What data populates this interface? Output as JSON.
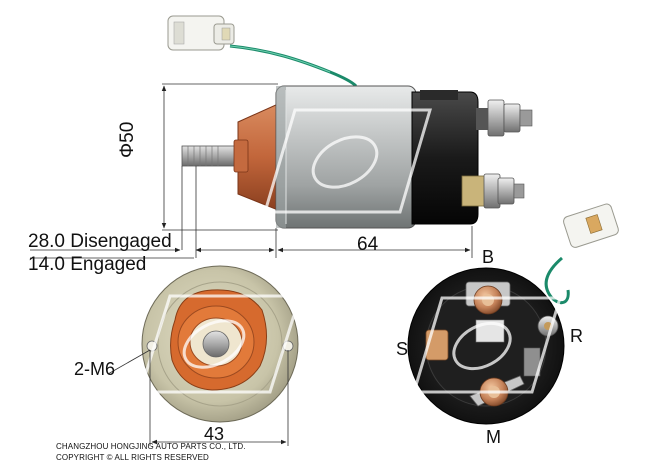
{
  "dimensions": {
    "diameter": "Φ50",
    "length": "64",
    "disengaged": "28.0 Disengaged",
    "engaged": "14.0 Engaged",
    "mount_thread": "2-M6",
    "mount_spacing": "43"
  },
  "terminals": {
    "b": "B",
    "s": "S",
    "r": "R",
    "m": "M"
  },
  "footer": {
    "company": "CHANGZHOU HONGJING AUTO PARTS CO., LTD.",
    "copyright": "COPYRIGHT © ALL RIGHTS RESERVED"
  },
  "colors": {
    "housing": "#b9bcbc",
    "cap": "#c0643a",
    "wire": "#1b8a6a",
    "terminal_cap": "#1d1d1d",
    "brass": "#c99a5a"
  }
}
